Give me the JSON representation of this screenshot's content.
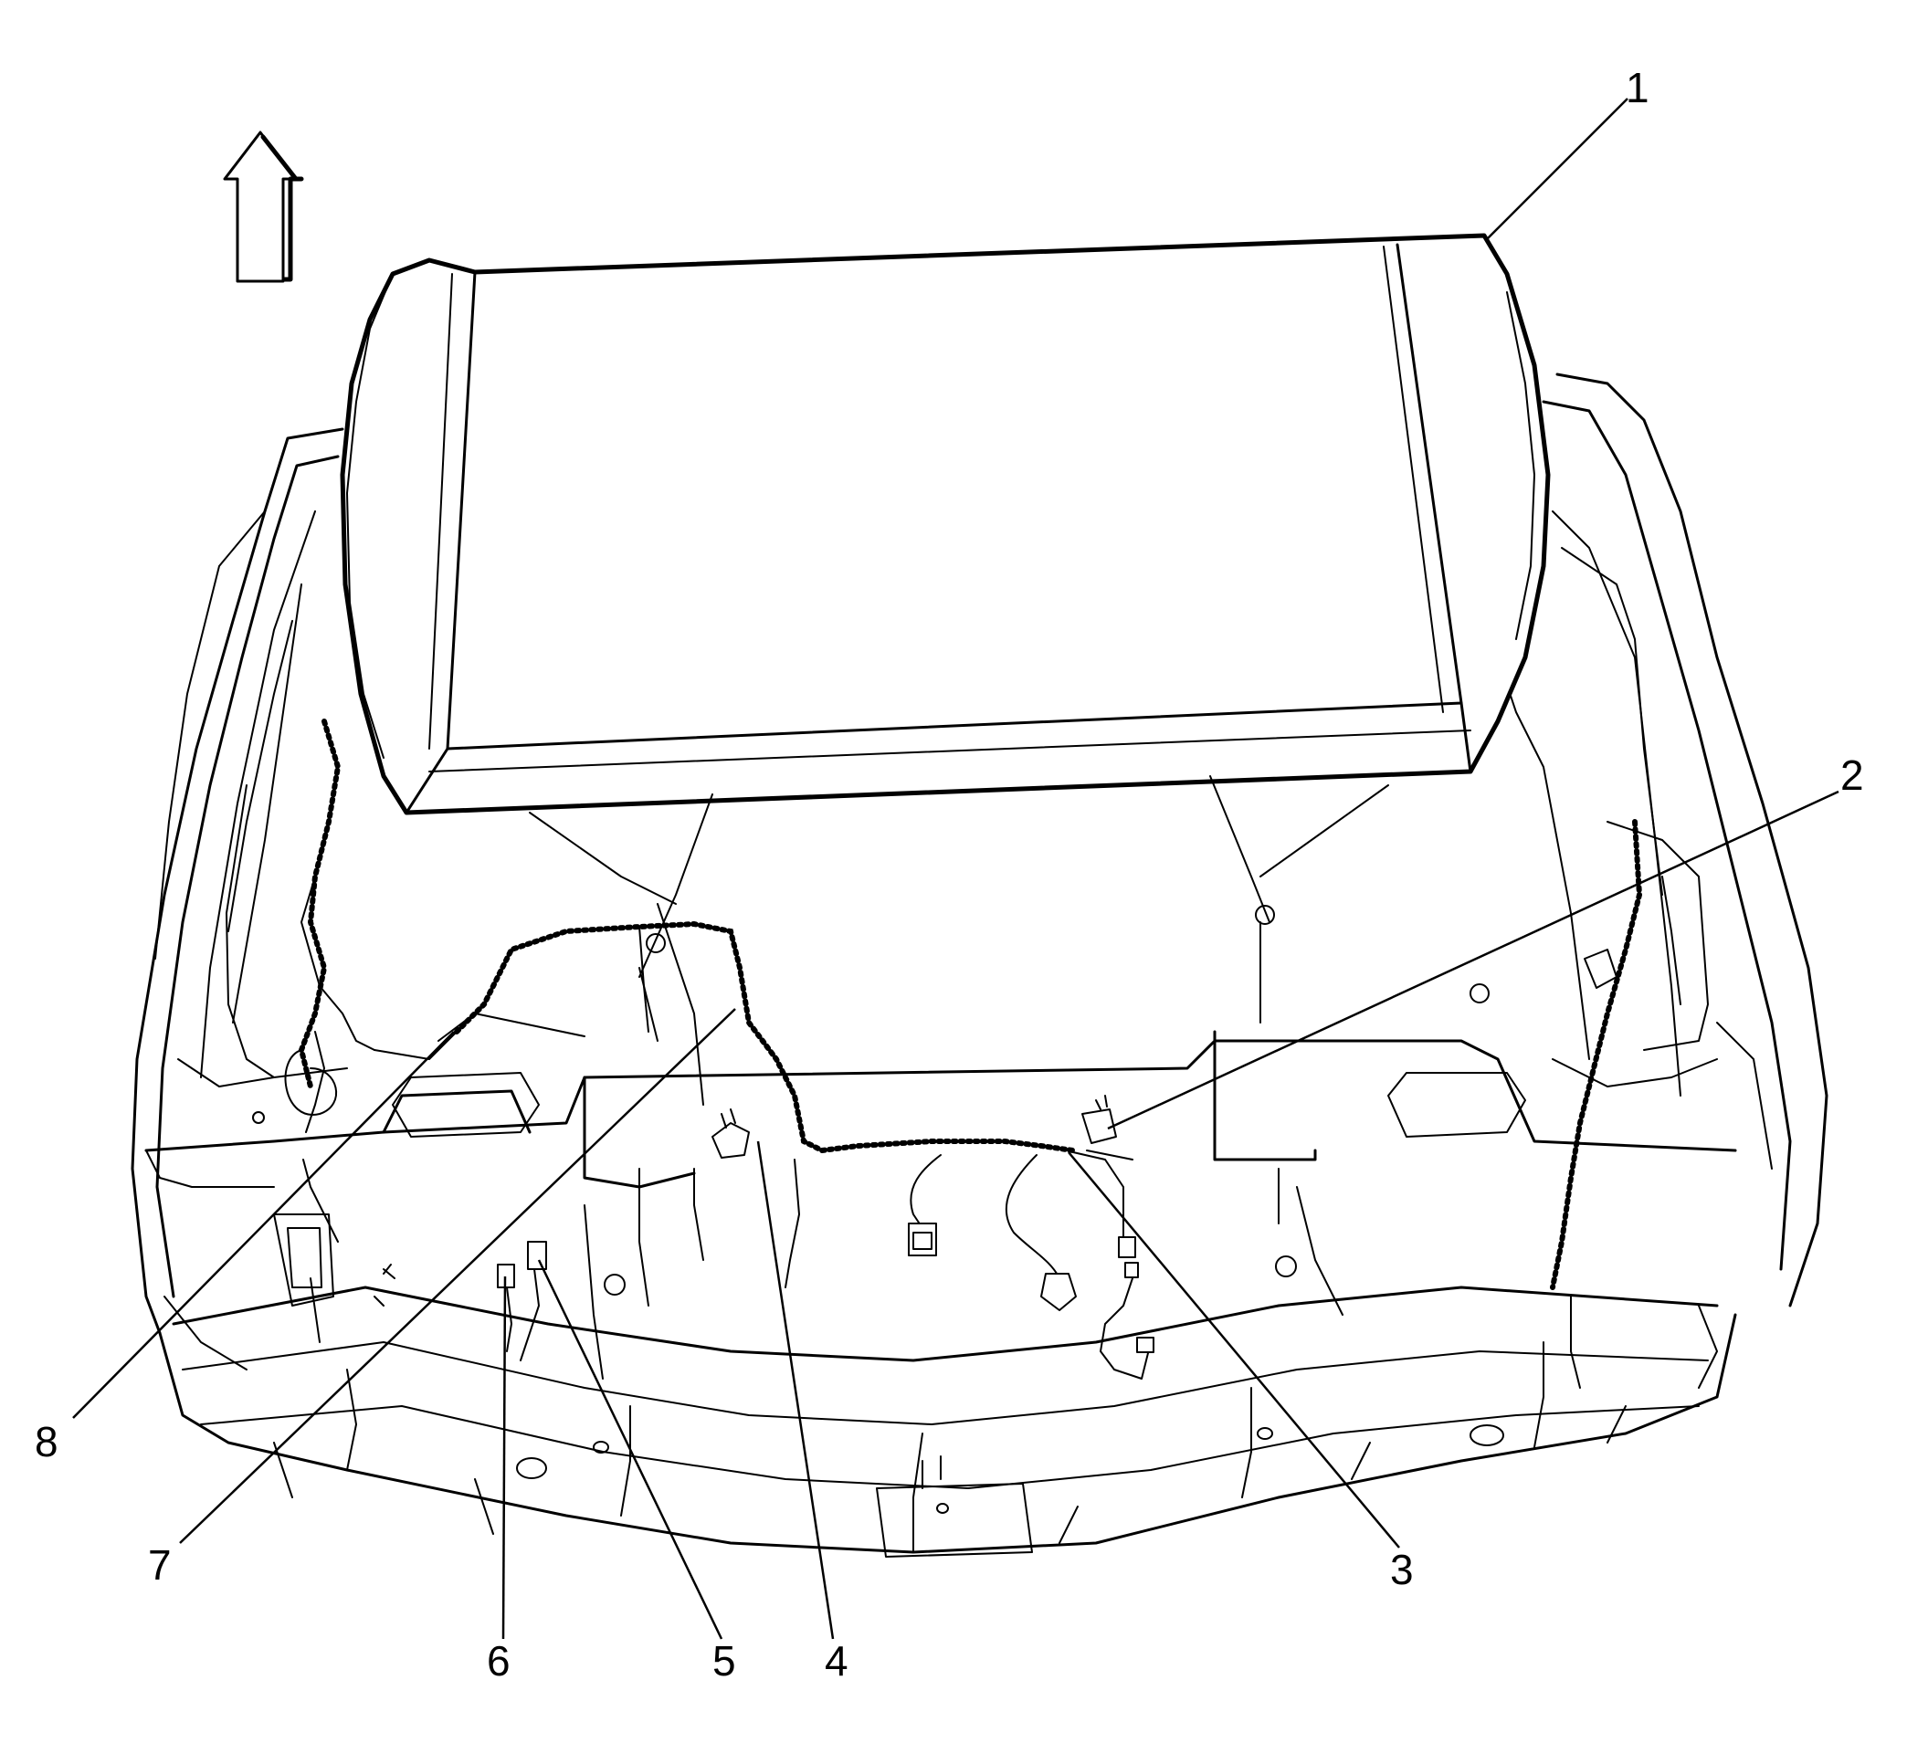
{
  "callouts": [
    "1",
    "2",
    "3",
    "4",
    "5",
    "6",
    "7",
    "8"
  ],
  "colors": {
    "line": "#000000",
    "background": "#ffffff"
  },
  "icons": {
    "direction_arrow": "arrow-up-icon"
  }
}
